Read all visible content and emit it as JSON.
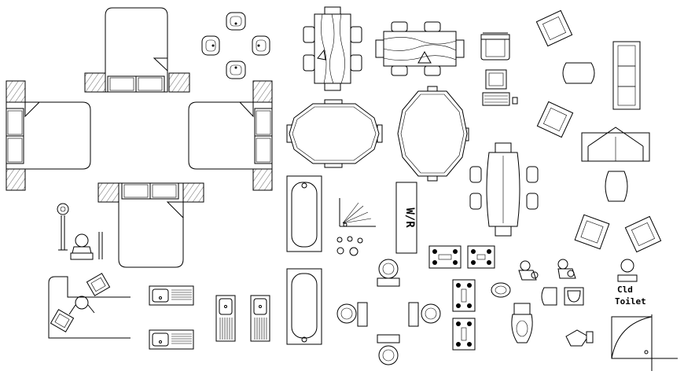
{
  "labels": {
    "washroom": "W/R",
    "toilet_line1": "Cld",
    "toilet_line2": "Toilet"
  },
  "colors": {
    "background": "#ffffff",
    "linework": "#000000"
  }
}
